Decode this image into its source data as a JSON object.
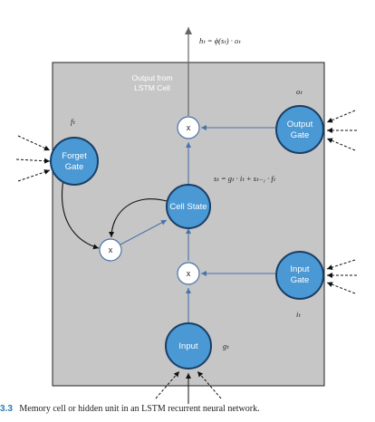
{
  "diagram": {
    "output_eq": "hₜ = ϕ(sₜ) · oₜ",
    "output_caption": [
      "Output from",
      "LSTM Cell"
    ],
    "cell_state_eq": "sₜ = gₜ · iₜ + sₜ₋₁ · fₜ",
    "nodes": {
      "forget_gate": {
        "lines": [
          "Forget",
          "Gate"
        ],
        "var": "fₜ"
      },
      "output_gate": {
        "lines": [
          "Output",
          "Gate"
        ],
        "var": "oₜ"
      },
      "input_gate": {
        "lines": [
          "Input",
          "Gate"
        ],
        "var": "iₜ"
      },
      "cell_state": {
        "lines": [
          "Cell State"
        ]
      },
      "input": {
        "lines": [
          "Input"
        ],
        "var": "gₜ"
      }
    },
    "operator": "x",
    "colors": {
      "panel": "#c6c6c6",
      "node_fill": "#4a98d4",
      "node_stroke": "#1a3f66",
      "edge": "#4a73a8"
    }
  },
  "caption": {
    "figure_number": "3.3",
    "text": "Memory cell or hidden unit in an LSTM recurrent neural network."
  }
}
